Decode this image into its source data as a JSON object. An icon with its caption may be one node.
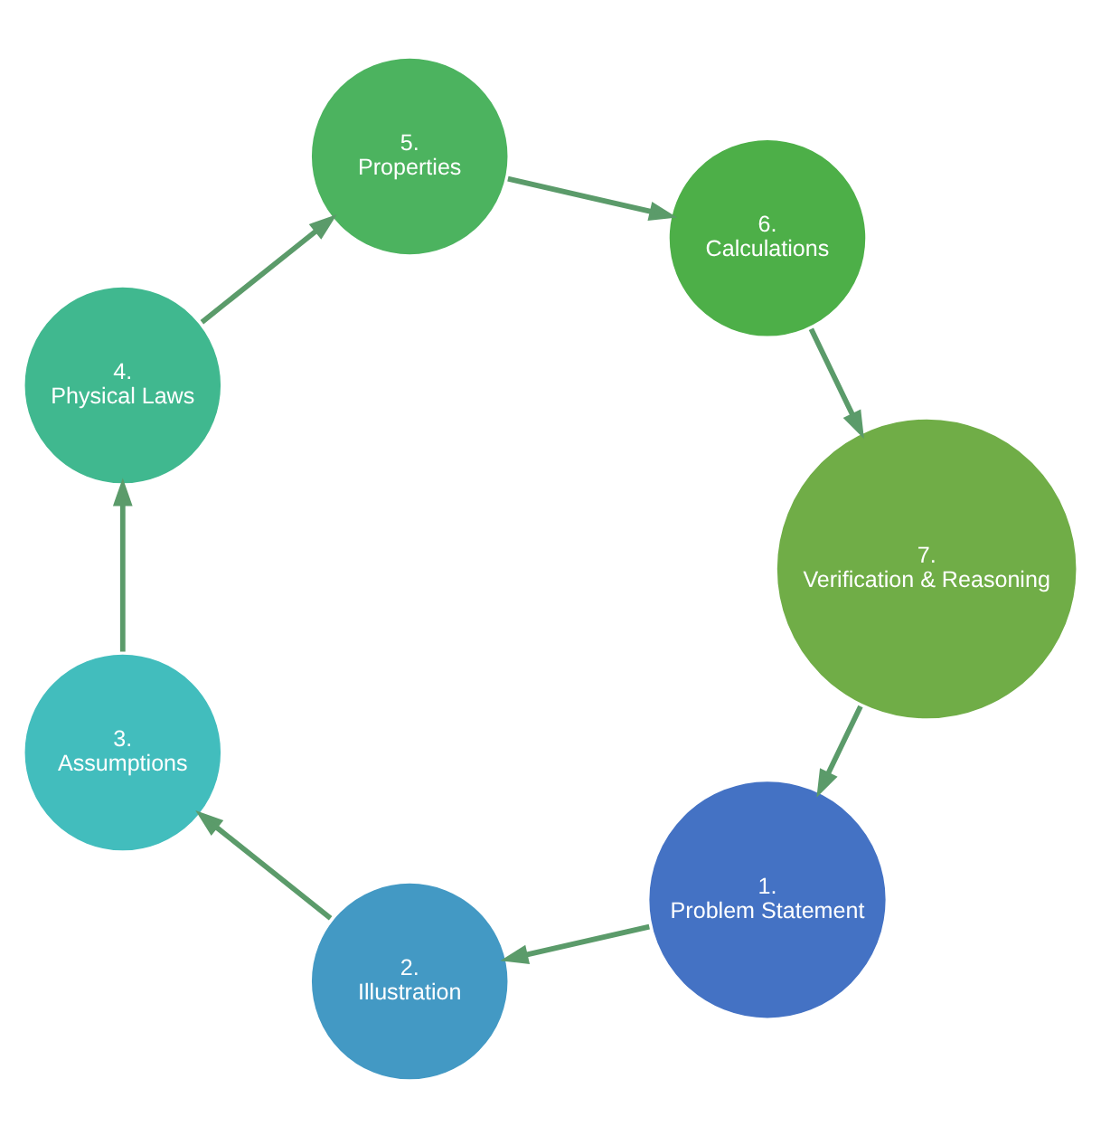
{
  "diagram": {
    "nodes": [
      {
        "text": [
          "1.",
          "Problem Statement"
        ]
      },
      {
        "text": [
          "2.",
          "Illustration"
        ]
      },
      {
        "text": [
          "3.",
          "Assumptions"
        ]
      },
      {
        "text": [
          "4.",
          "Physical Laws"
        ]
      },
      {
        "text": [
          "5.",
          "Properties"
        ]
      },
      {
        "text": [
          "6.",
          "Calculations"
        ]
      },
      {
        "text": [
          "7.",
          "Verification & Reasoning"
        ]
      }
    ],
    "edges": [
      {
        "from": 0,
        "to": 1,
        "arrow": "to"
      },
      {
        "from": 1,
        "to": 2,
        "arrow": "to"
      },
      {
        "from": 2,
        "to": 3,
        "arrow": "to"
      },
      {
        "from": 3,
        "to": 4,
        "arrow": "to"
      },
      {
        "from": 4,
        "to": 5,
        "arrow": "to"
      },
      {
        "from": 5,
        "to": 6,
        "arrow": "to"
      },
      {
        "from": 6,
        "to": 0,
        "arrow": "to"
      }
    ]
  }
}
